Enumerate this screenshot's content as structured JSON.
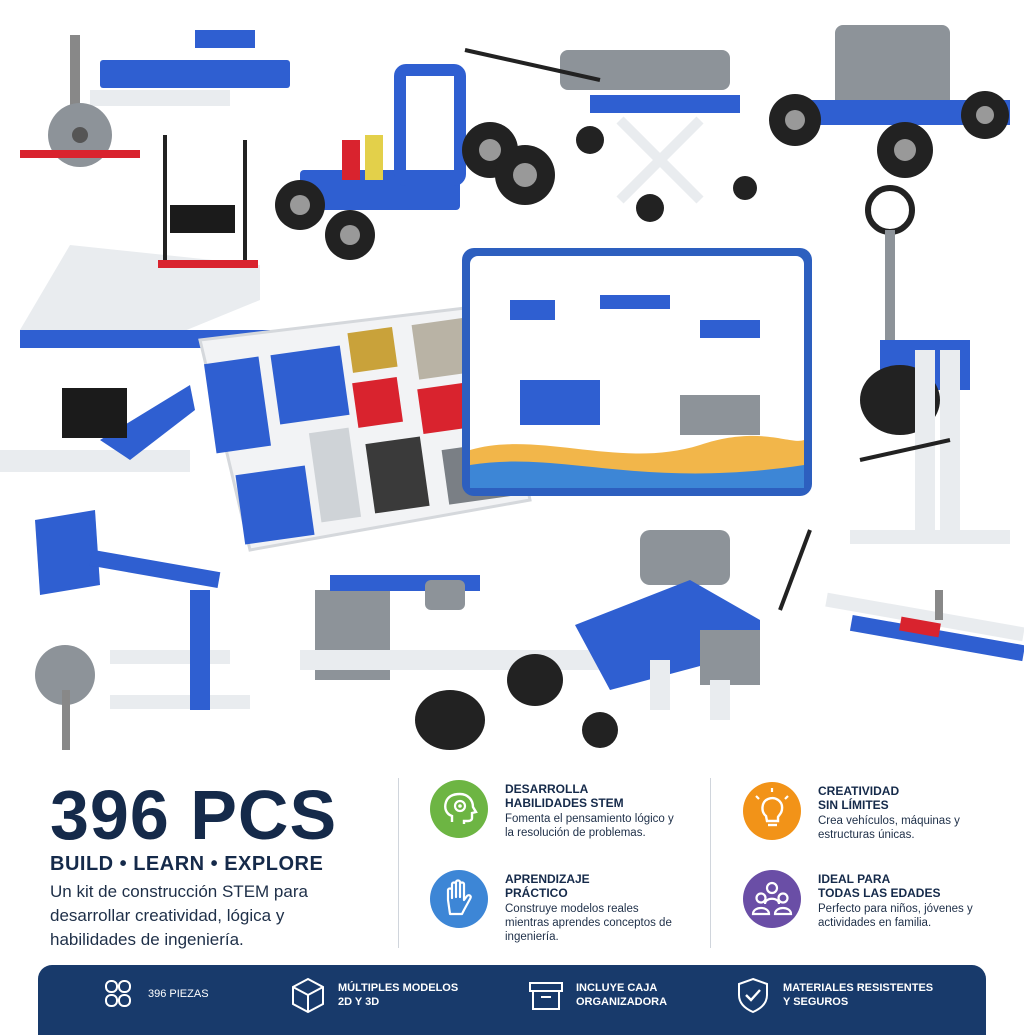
{
  "headline": "396 PCS",
  "tagline": "BUILD • LEARN • EXPLORE",
  "description": "Un kit de construcción STEM para desarrollar creatividad, lógica y habilidades de ingeniería.",
  "features": [
    {
      "title": "DESARROLLA\nHABILIDADES STEM",
      "text": "Fomenta el pensamiento lógico y la resolución de problemas.",
      "icon": "brain-gear-icon",
      "color": "#6db543"
    },
    {
      "title": "CREATIVIDAD\nSIN LÍMITES",
      "text": "Crea vehículos, máquinas y estructuras únicas.",
      "icon": "lightbulb-icon",
      "color": "#f29318"
    },
    {
      "title": "APRENDIZAJE\nPRÁCTICO",
      "text": "Construye modelos reales mientras aprendes conceptos de ingeniería.",
      "icon": "hand-icon",
      "color": "#3d86d6"
    },
    {
      "title": "IDEAL PARA\nTODAS LAS EDADES",
      "text": "Perfecto para niños, jóvenes y actividades en familia.",
      "icon": "people-icon",
      "color": "#6a4ea6"
    }
  ],
  "bottom_bar": [
    {
      "label": "396 PIEZAS",
      "icon": "pieces-icon"
    },
    {
      "label": "MÚLTIPLES MODELOS\n2D Y 3D",
      "icon": "cube-icon"
    },
    {
      "label": "INCLUYE CAJA\nORGANIZADORA",
      "icon": "box-icon"
    },
    {
      "label": "MATERIALES RESISTENTES\nY SEGUROS",
      "icon": "shield-check-icon"
    }
  ],
  "colors": {
    "navy": "#152a4a",
    "bar": "#183a6b",
    "brick_blue": "#2f5fd1",
    "brick_grey": "#9aa0a6",
    "brick_red": "#d9232e"
  }
}
